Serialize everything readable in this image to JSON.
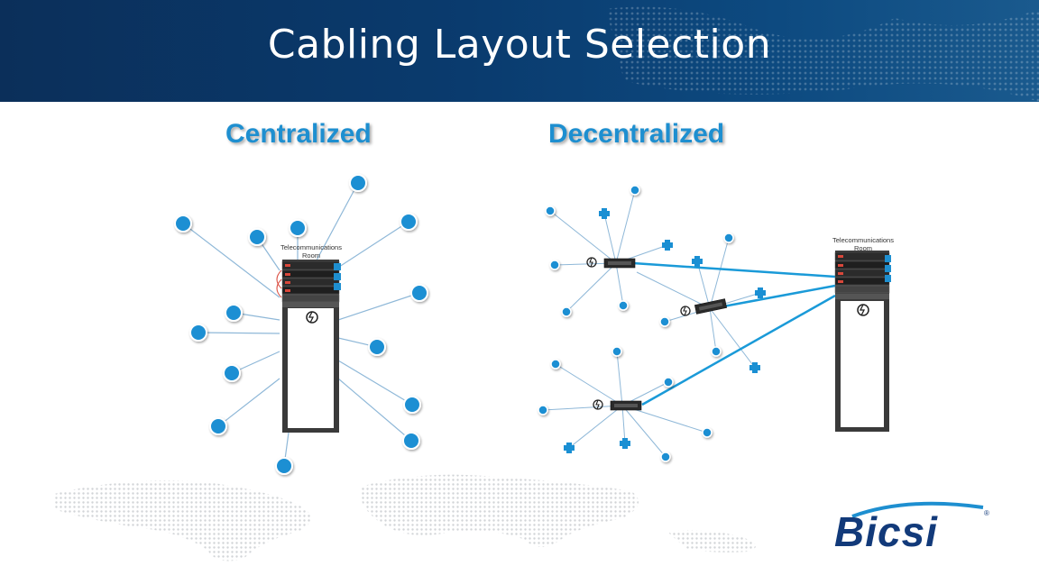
{
  "title": "Cabling Layout Selection",
  "sections": {
    "centralized": "Centralized",
    "decentralized": "Decentralized"
  },
  "rack_label": "Telecommunications Room",
  "brand": {
    "name": "Bicsi",
    "registered": "®"
  },
  "colors": {
    "header": "#0b3563",
    "accent": "#1e8fd0",
    "node": "#1a8fd3",
    "link": "#1a9ad8",
    "logo": "#123a7a"
  }
}
